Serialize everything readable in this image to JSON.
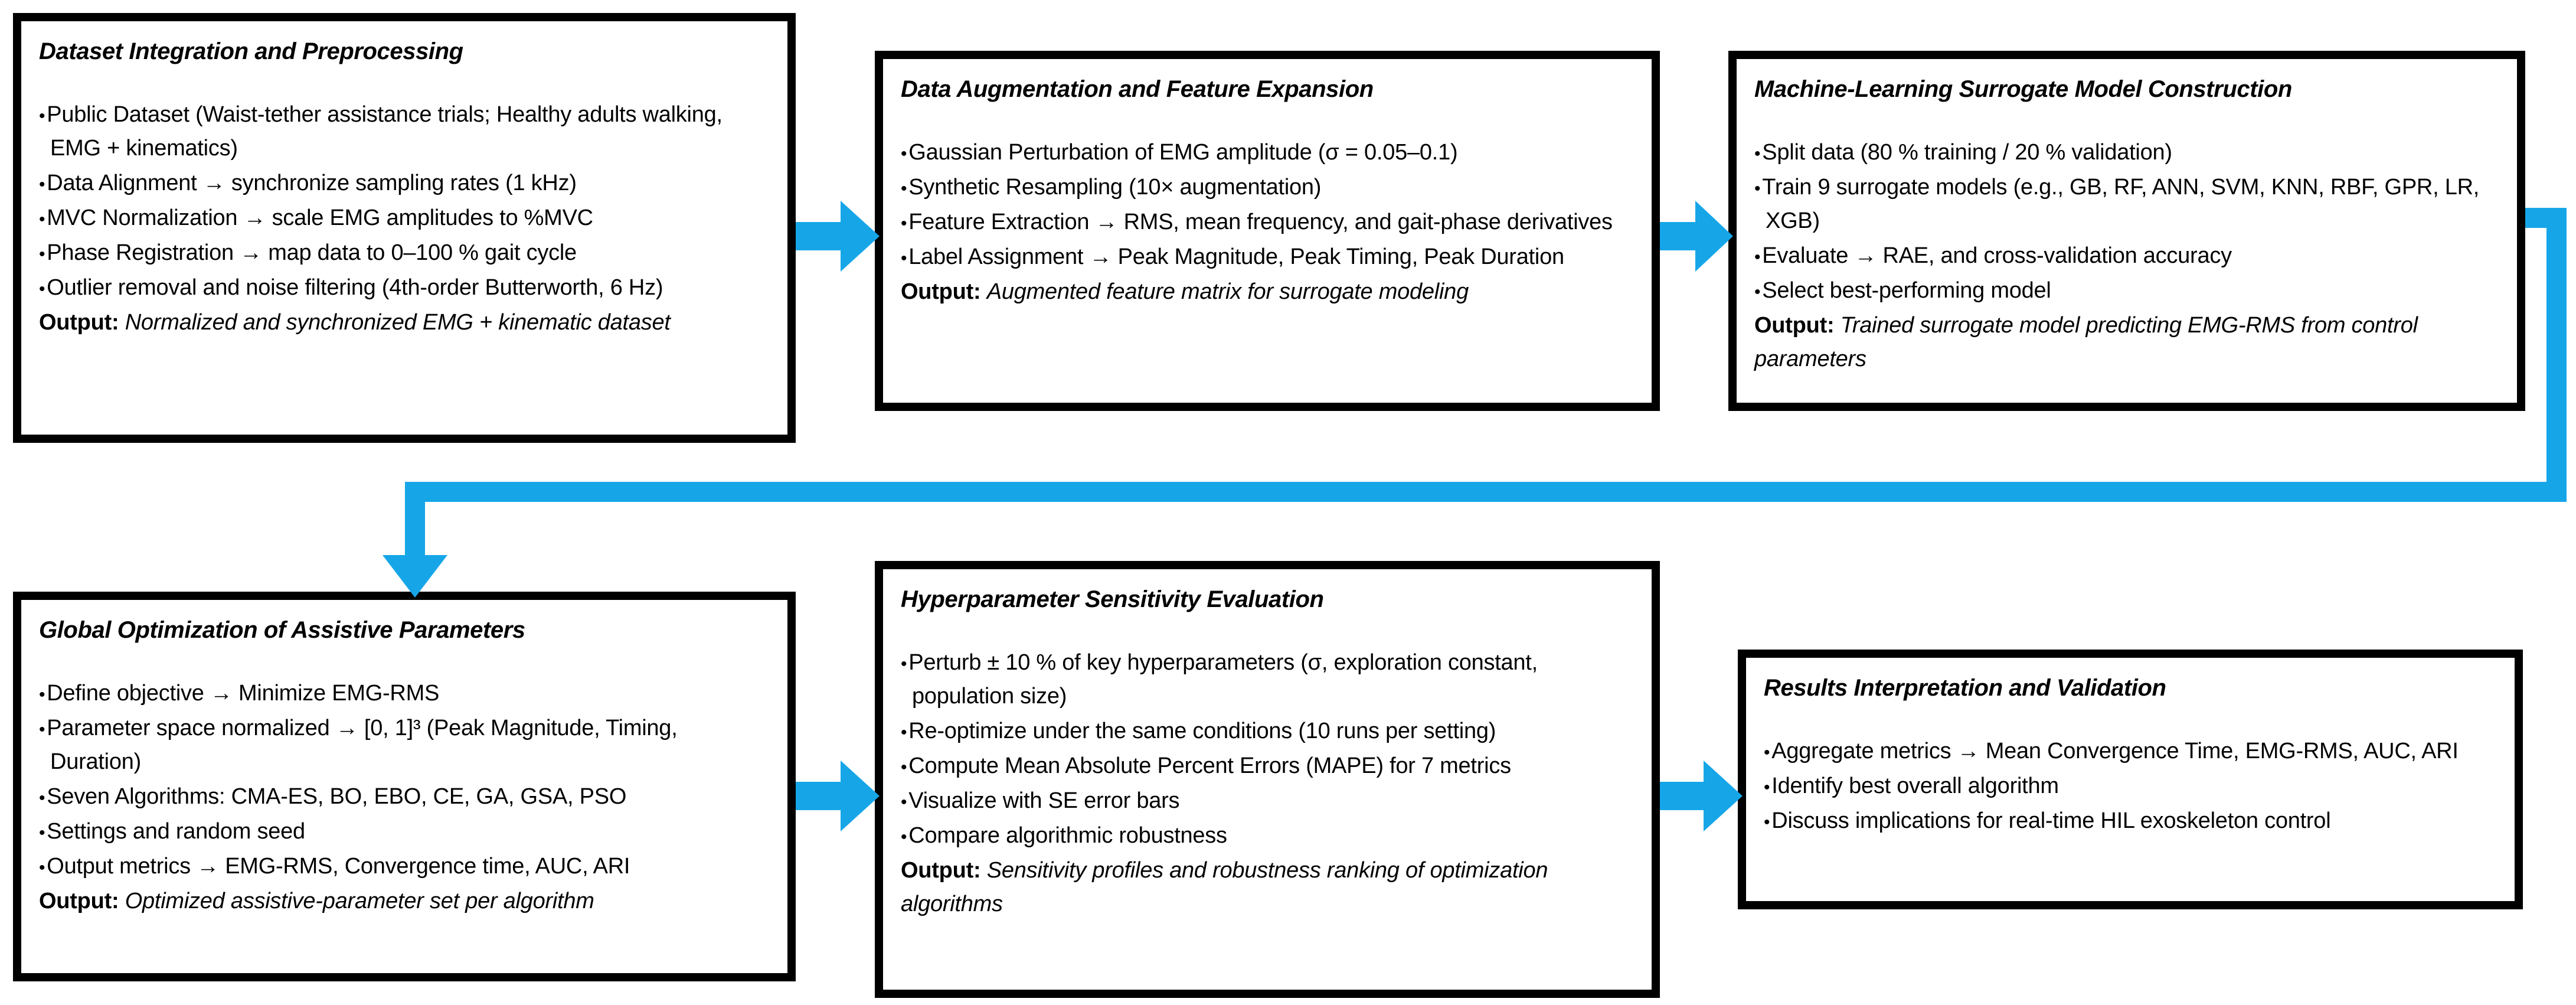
{
  "diagram": {
    "accent_color": "#16a6e8",
    "border_color": "#000000",
    "background_color": "#ffffff",
    "nodes": [
      {
        "id": "dataset-integration-and-preprocessing",
        "title": "Dataset Integration and Preprocessing",
        "bullets": [
          "Public Dataset (Waist-tether assistance trials; Healthy adults walking, EMG + kinematics)",
          "Data Alignment → synchronize sampling rates (1 kHz)",
          "MVC Normalization → scale EMG amplitudes to %MVC",
          "Phase Registration → map data to 0–100 % gait cycle",
          "Outlier removal and noise filtering (4th-order Butterworth, 6 Hz)"
        ],
        "output_label": "Output:",
        "output_text": "Normalized and synchronized EMG + kinematic dataset"
      },
      {
        "id": "data-augmentation-and-feature-expansion",
        "title": "Data Augmentation and Feature Expansion",
        "bullets": [
          "Gaussian Perturbation of EMG amplitude (σ = 0.05–0.1)",
          "Synthetic Resampling (10× augmentation)",
          "Feature Extraction → RMS, mean frequency, and gait-phase derivatives",
          "Label Assignment → Peak Magnitude, Peak Timing, Peak Duration"
        ],
        "output_label": "Output:",
        "output_text": "Augmented feature matrix for surrogate modeling"
      },
      {
        "id": "machine-learning-surrogate-model-construction",
        "title": "Machine-Learning Surrogate Model Construction",
        "bullets": [
          "Split data (80 % training / 20 % validation)",
          "Train 9 surrogate models (e.g., GB, RF, ANN, SVM, KNN, RBF, GPR, LR, XGB)",
          "Evaluate → RAE, and cross-validation accuracy",
          "Select best-performing model"
        ],
        "output_label": "Output:",
        "output_text": "Trained surrogate model predicting EMG-RMS from control parameters"
      },
      {
        "id": "global-optimization-of-assistive-parameters",
        "title": "Global Optimization of Assistive Parameters",
        "bullets": [
          "Define objective → Minimize EMG-RMS",
          "Parameter space normalized → [0, 1]³ (Peak Magnitude, Timing, Duration)",
          "Seven Algorithms: CMA-ES, BO, EBO, CE, GA, GSA, PSO",
          "Settings and random seed",
          "Output metrics → EMG-RMS, Convergence time, AUC, ARI"
        ],
        "output_label": "Output:",
        "output_text": "Optimized assistive-parameter set per algorithm"
      },
      {
        "id": "hyperparameter-sensitivity-evaluation",
        "title": "Hyperparameter Sensitivity Evaluation",
        "bullets": [
          "Perturb ± 10 % of key hyperparameters (σ, exploration constant, population size)",
          "Re-optimize under the same conditions (10 runs per setting)",
          "Compute Mean Absolute Percent Errors (MAPE) for 7 metrics",
          "Visualize with SE error bars",
          "Compare algorithmic robustness"
        ],
        "output_label": "Output:",
        "output_text": "Sensitivity profiles and robustness ranking of optimization algorithms"
      },
      {
        "id": "results-interpretation-and-validation",
        "title": "Results Interpretation and Validation",
        "bullets": [
          "Aggregate metrics → Mean Convergence Time, EMG-RMS, AUC, ARI",
          "Identify best overall algorithm",
          "Discuss implications for real-time HIL exoskeleton control"
        ],
        "output_label": "",
        "output_text": ""
      }
    ],
    "connectors": [
      {
        "id": "arrow-node1-to-node2",
        "kind": "right-arrow"
      },
      {
        "id": "arrow-node2-to-node3",
        "kind": "right-arrow"
      },
      {
        "id": "elbow-node3-to-node4",
        "kind": "elbow-down-left-arrow"
      },
      {
        "id": "arrow-node4-to-node5",
        "kind": "right-arrow"
      },
      {
        "id": "arrow-node5-to-node6",
        "kind": "right-arrow"
      }
    ]
  }
}
